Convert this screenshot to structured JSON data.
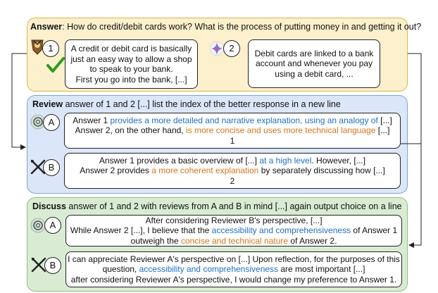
{
  "answer": {
    "heading_bold": "Answer",
    "heading_rest": ": How do credit/debit cards work? What is the process of putting money in and getting it out?",
    "agent1": {
      "index": "1",
      "lines": [
        "A credit or debit card is basically",
        "just an easy way to allow a shop",
        "to speak to your bank.",
        "First you go into the bank, [...]"
      ]
    },
    "agent2": {
      "index": "2",
      "lines": [
        "Debit cards are linked to a bank",
        "account and whenever you pay",
        "using a debit card, ..."
      ]
    }
  },
  "review": {
    "heading_bold": "Review",
    "heading_rest": " answer of 1 and 2 [...] list the index of the better response in a new line",
    "reviewerA": {
      "label": "A",
      "l1a": "Answer 1 ",
      "l1b": "provides a more detailed and narrative explanation, using an analogy of",
      "l1c": " [...]",
      "l2a": "Answer 2, on the other hand, ",
      "l2b": "is more concise and uses more technical language",
      "l2c": " [...]",
      "choice": "1"
    },
    "reviewerB": {
      "label": "B",
      "l1a": "Answer 1 provides a basic overview of [...] ",
      "l1b": "at a high level",
      "l1c": ". However, [...]",
      "l2a": "Answer 2 provides ",
      "l2b": "a more coherent explanation",
      "l2c": " by separately discussing how [...]",
      "choice": "2"
    }
  },
  "discuss": {
    "heading_bold": "Discuss",
    "heading_rest": " answer of 1 and 2 with reviews from A and B in mind [...] again output choice on a line",
    "reviewerA": {
      "label": "A",
      "l1": "After considering Reviewer B's perspective, [...]",
      "l2a": "While Answer 2 [...], I believe that the ",
      "l2b": "accessibility and comprehensiveness",
      "l2c": " of Answer 1",
      "l3a": "outweigh the ",
      "l3b": "concise and technical nature",
      "l3c": " of Answer 2."
    },
    "reviewerB": {
      "label": "B",
      "l1": "I can appreciate Reviewer A's perspective on [...] Upon reflection, for the purposes of this",
      "l2a": "question, ",
      "l2b": "accessibility and comprehensiveness",
      "l2c": " are most important [...]",
      "l3": "after considering Reviewer A's perspective, I would change my preference to Answer 1."
    }
  },
  "colors": {
    "highlight_blue": "#1f6fc5",
    "highlight_orange": "#d4761c",
    "check_green": "#2e9b1e"
  },
  "icons": [
    "llm-logo-icon",
    "gemini-star-icon",
    "openai-logo-icon",
    "crossed-tools-icon",
    "checkmark-icon",
    "arrow-icon"
  ]
}
